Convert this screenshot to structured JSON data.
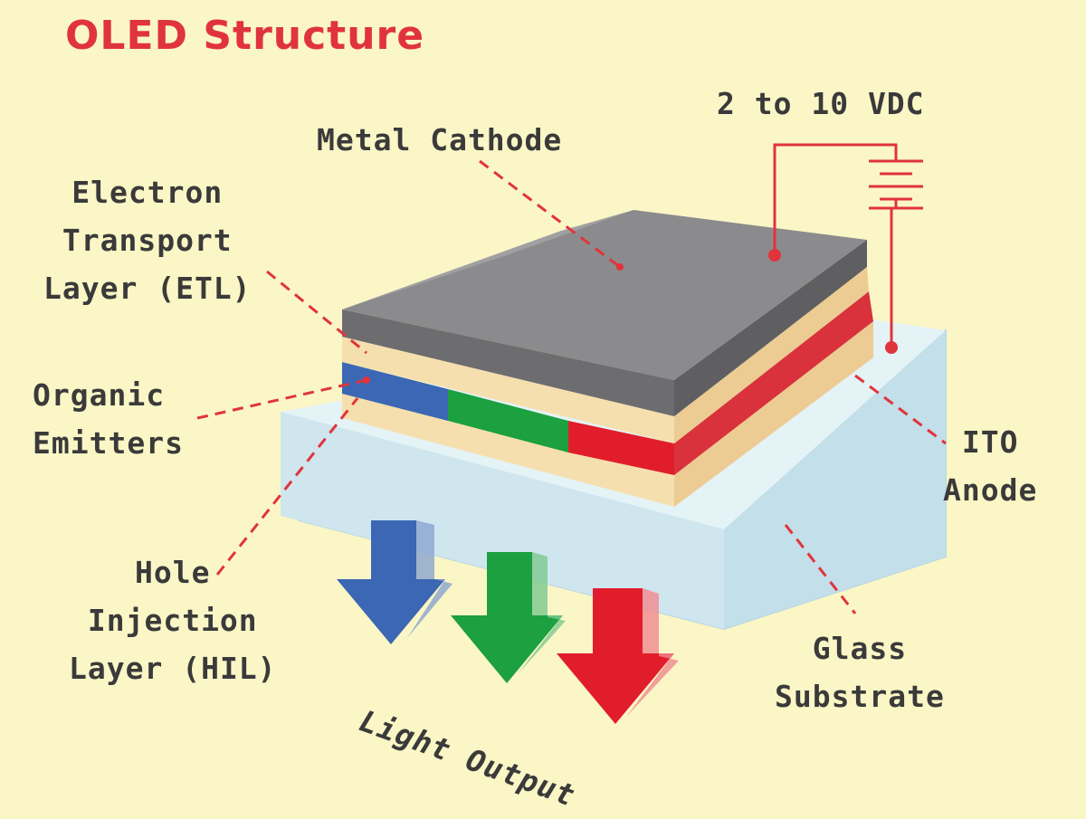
{
  "title": "OLED Structure",
  "labels": {
    "voltage": "2 to 10 VDC",
    "metal_cathode": "Metal Cathode",
    "etl": "Electron\nTransport\nLayer (ETL)",
    "organic_emitters": "Organic\nEmitters",
    "hil": "Hole\nInjection\nLayer (HIL)",
    "ito_anode": "ITO\nAnode",
    "glass_substrate": "Glass\nSubstrate",
    "light_output": "Light Output"
  },
  "colors": {
    "background": "#fbf6c6",
    "title": "#e0343c",
    "leader": "#e0343c",
    "cathode": "#7d7d7f",
    "organic_layer": "#f6dfae",
    "emitter_blue": "#3b67b4",
    "emitter_green": "#1ca040",
    "emitter_red": "#e21d2b",
    "glass": "#d6ecf2"
  }
}
